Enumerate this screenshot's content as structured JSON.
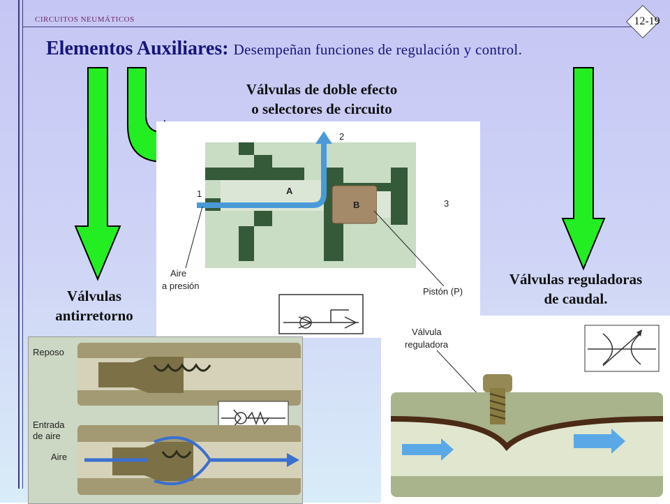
{
  "header": {
    "label": "CIRCUITOS NEUMÁTICOS",
    "page": "12-19"
  },
  "title": {
    "main": "Elementos Auxiliares:",
    "description": "Desempeñan funciones de regulación y control."
  },
  "categories": {
    "double_effect": "Válvulas de doble efecto o selectores de circuito",
    "double_effect_line1": "Válvulas de doble efecto",
    "double_effect_line2": "o selectores de circuito",
    "non_return_line1": "Válvulas",
    "non_return_line2": "antirretorno",
    "flow_line1": "Válvulas reguladoras",
    "flow_line2": "de caudal."
  },
  "diagram_double": {
    "port_out": "2",
    "port_in": "1",
    "port_alt": "3",
    "chamber_a": "A",
    "piston_b": "B",
    "air_line1": "Aire",
    "air_line2": "a presión",
    "piston_label": "Pistón (P)"
  },
  "diagram_nonreturn": {
    "state_rest": "Reposo",
    "inlet_line1": "Entrada",
    "inlet_line2": "de aire",
    "air": "Aire"
  },
  "diagram_flow": {
    "valve_line1": "Válvula",
    "valve_line2": "reguladora"
  },
  "colors": {
    "arrow_green": "#22ee22",
    "title_blue": "#15157a"
  }
}
